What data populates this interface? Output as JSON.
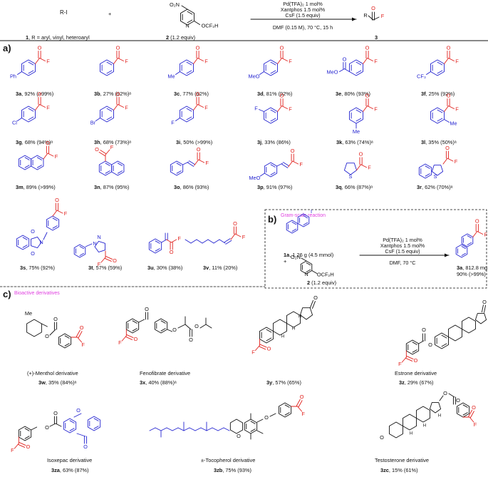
{
  "header": {
    "reactant1": "R-I",
    "reactant1_caption_num": "1",
    "reactant1_caption_text": ", R = aryl, vinyl, heteroaryl",
    "plus": "+",
    "reactant2_caption_num": "2",
    "reactant2_caption_text": " (1.2 equiv)",
    "cond_line1": "Pd(TFA)₂ 1 mol%",
    "cond_line2": "Xantphos  1.5 mol%",
    "cond_line3": "CsF (1.5 equiv)",
    "cond_line4": "DMF (0.15 M), 70  °C, 15 h",
    "product_num": "3"
  },
  "section_a": {
    "label": "a)",
    "entries": [
      {
        "id": "3a",
        "yield": ", 92% (>99%)"
      },
      {
        "id": "3b",
        "yield": ", 27% (92%)ᵃ"
      },
      {
        "id": "3c",
        "yield": ", 77% (92%)"
      },
      {
        "id": "3d",
        "yield": ", 81% (92%)"
      },
      {
        "id": "3e",
        "yield": ", 80% (93%)"
      },
      {
        "id": "3f",
        "yield": ", 25% (92%)"
      },
      {
        "id": "3g",
        "yield": ", 68% (94%)ᵃ"
      },
      {
        "id": "3h",
        "yield": ", 68% (73%)ᵃ"
      },
      {
        "id": "3i",
        "yield": ", 50% (>99%)"
      },
      {
        "id": "3j",
        "yield": ", 33% (86%)"
      },
      {
        "id": "3k",
        "yield": ", 63% (74%)ᵃ"
      },
      {
        "id": "3l",
        "yield": ", 35% (50%)ᵃ"
      },
      {
        "id": "3m",
        "yield": ", 89% (>99%)"
      },
      {
        "id": "3n",
        "yield": ", 87% (95%)"
      },
      {
        "id": "3o",
        "yield": ", 86% (93%)"
      },
      {
        "id": "3p",
        "yield": ",  91% (97%)"
      },
      {
        "id": "3q",
        "yield": ", 66%  (87%)ᵃ"
      },
      {
        "id": "3r",
        "yield": ",  62%  (70%)ᵃ"
      },
      {
        "id": "3s",
        "yield": ", 75% (92%)"
      },
      {
        "id": "3t",
        "yield": ", 57% (59%)"
      },
      {
        "id": "3u",
        "yield": ", 30% (38%)"
      },
      {
        "id": "3v",
        "yield": ", 11% (20%)"
      }
    ]
  },
  "section_b": {
    "label": "b)",
    "title": "Gram-scale reaction",
    "sm_num": "1a",
    "sm_amount": ", 1.26  g (4.5 mmol)",
    "plus": "+",
    "reagent_num": "2",
    "reagent_equiv": " (1.2 equiv)",
    "cond_line1": "Pd(TFA)₂ 1 mol%",
    "cond_line2": "Xantphos  1.5 mol%",
    "cond_line3": "CsF (1.5 equiv)",
    "cond_line4": "DMF, 70  °C",
    "product_num": "3a",
    "product_mass": ", 812.8  mg",
    "product_yield": "90% (>99%)"
  },
  "section_c": {
    "label": "c)",
    "title": "Bioactive derivatives",
    "entries": [
      {
        "name": "(+)-Menthol derivative",
        "id": "3w",
        "yield": ", 35%  (84%)ᵃ"
      },
      {
        "name": "Fenofibrate derivative",
        "id": "3x",
        "yield": ", 40% (88%)ᵃ"
      },
      {
        "name": "",
        "id": "3y",
        "yield": ", 57% (65%)"
      },
      {
        "name": "Estrone derivative",
        "id": "3z",
        "yield": ", 29% (67%)"
      },
      {
        "name": "Isoxepac  derivative",
        "id": "3za",
        "yield": ", 63% (87%)"
      },
      {
        "name": "±-Tocopherol derivative",
        "id": "3zb",
        "yield": ", 75% (93%)"
      },
      {
        "name": "Testosterone derivative",
        "id": "3zc",
        "yield": ", 15% (61%)"
      }
    ]
  },
  "atoms": {
    "O": "O",
    "F": "F",
    "Me": "Me",
    "MeO": "MeO",
    "Ph": "Ph",
    "Cl": "Cl",
    "Br": "Br",
    "CF3": "CF₃",
    "N": "N",
    "S": "S",
    "I": "I",
    "NO2": "O₂N",
    "OCF2H": "OCF₂H",
    "R": "R",
    "H": "H"
  },
  "colors": {
    "acyl": "#e0201c",
    "scaffold": "#2424d0",
    "text": "#111111",
    "accent": "#e040e0"
  }
}
